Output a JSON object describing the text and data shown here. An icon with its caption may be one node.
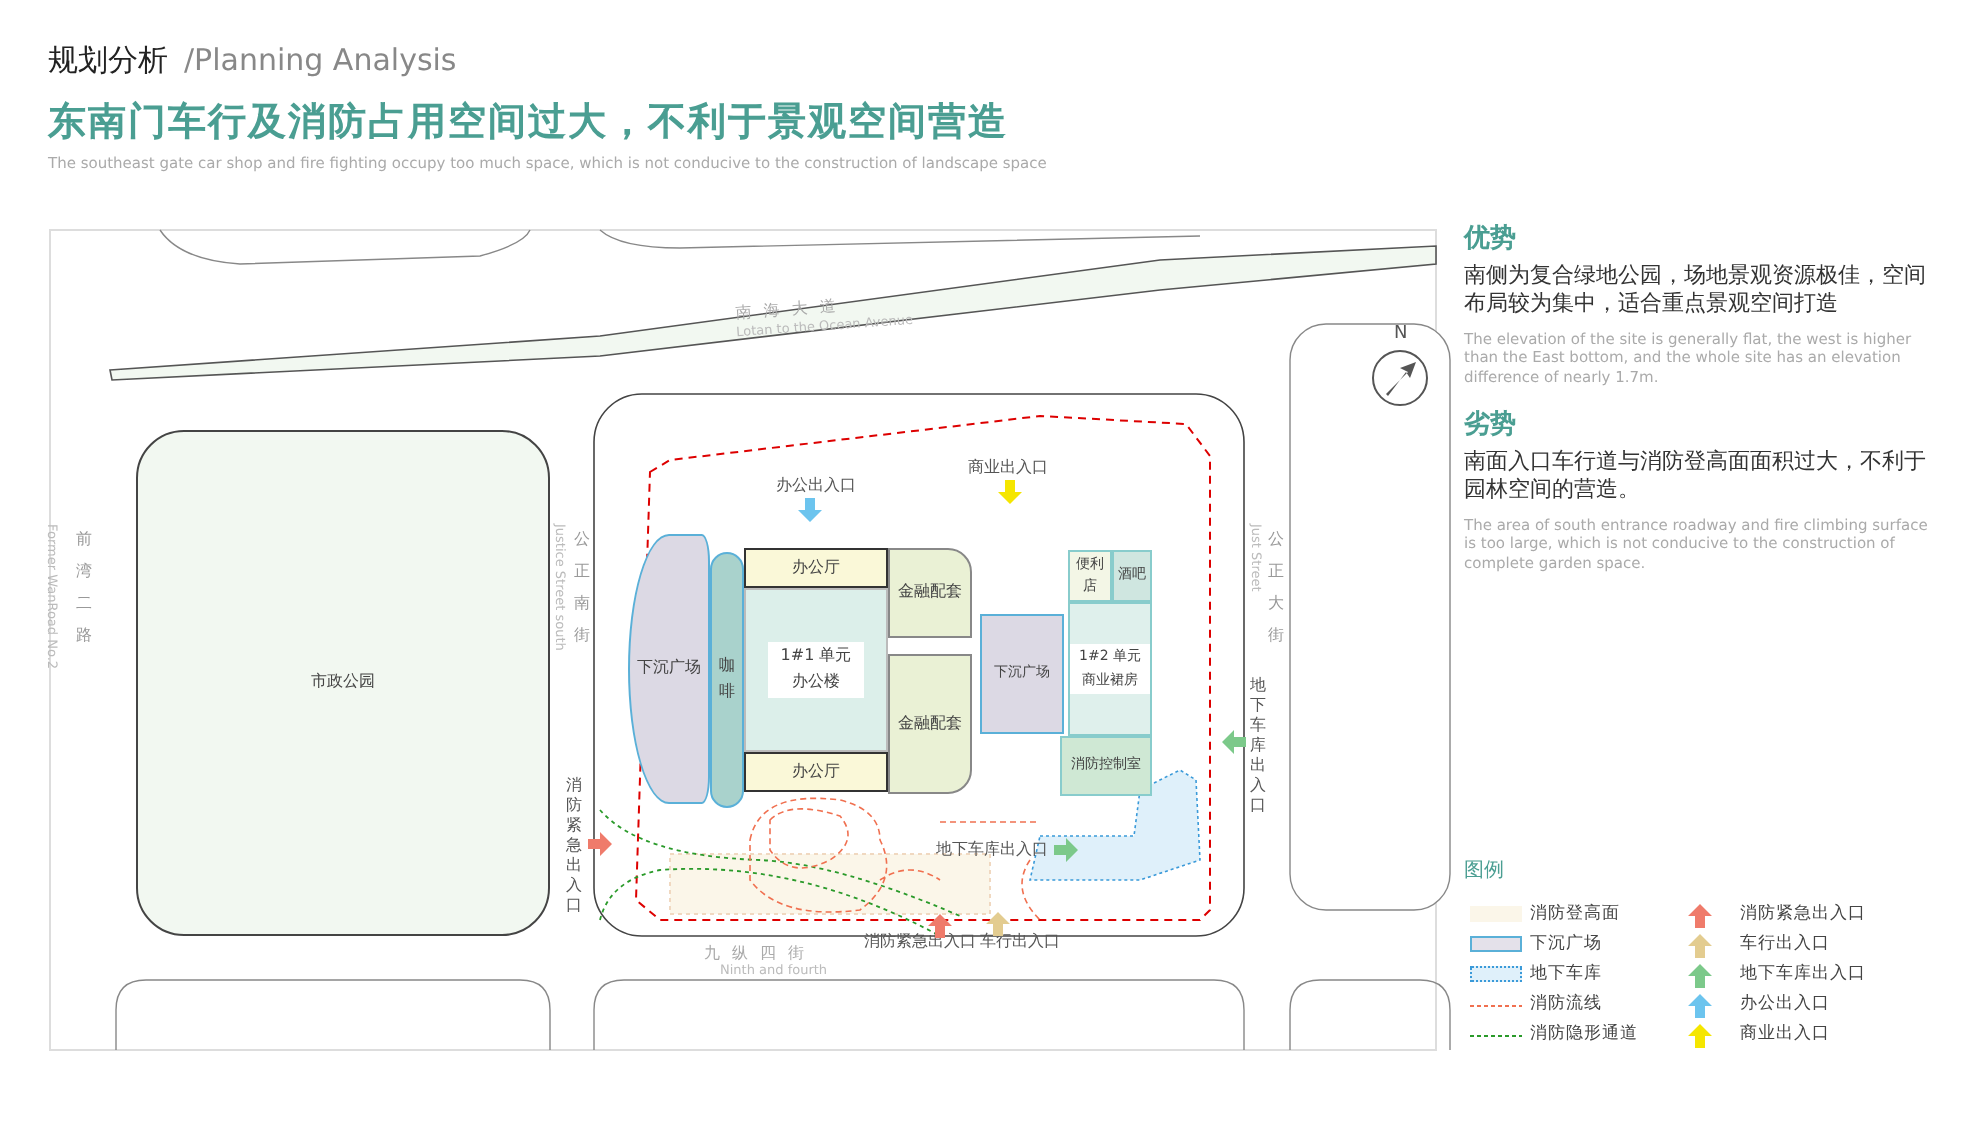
{
  "diagram": {
    "title": "东南门车行及消防占用空间过大，不利于景观空间营造",
    "nodes": [
      {
        "text": [
          "市政公园"
        ]
      },
      {
        "text": [
          "下沉广场"
        ]
      },
      {
        "text": [
          "咖啡"
        ]
      },
      {
        "text": [
          "办公厅"
        ]
      },
      {
        "text": [
          "金融配套"
        ]
      },
      {
        "text": [
          "1#1 单元办公楼"
        ]
      },
      {
        "text": [
          "金融配套"
        ]
      },
      {
        "text": [
          "办公厅"
        ]
      },
      {
        "text": [
          "下沉广场"
        ]
      },
      {
        "text": [
          "便利店"
        ]
      },
      {
        "text": [
          "酒吧"
        ]
      },
      {
        "text": [
          "1#2 单元商业裙房"
        ]
      },
      {
        "text": [
          "消防控制室"
        ]
      }
    ],
    "labels": [
      "规划分析",
      "/Planning Analysis",
      "The southeast gate car shop and fire fighting occupy too much space, which is not conducive to the construction of landscape space",
      "优势",
      "南侧为复合绿地公园，场地景观资源极佳，空间布局较为集中，适合重点景观空间打造",
      "The elevation of the site is generally flat, the west is higher than the East bottom, and the whole site has an elevation difference of nearly 1.7m.",
      "劣势",
      "南面入口车行道与消防登高面面积过大，不利于园林空间的营造。",
      "The area of south entrance roadway and fire climbing surface is too large, which is not conducive to the construction of complete garden space.",
      "南海大道",
      "Lotan to the Ocean Avenue",
      "前湾二路",
      "Former WanRoad No.2",
      "公正南街",
      "Justice Street south",
      "公正大街",
      "Just Street",
      "N",
      "办公出入口",
      "商业出入口",
      "消防紧急出入口",
      "地下车库出入口",
      "地下车库出入口",
      "消防紧急出入口",
      "车行出入口",
      "九纵四街",
      "Ninth and fourth",
      "图例"
    ],
    "legend": [
      {
        "text": "消防登高面",
        "color": "#fbf6e9"
      },
      {
        "text": "下沉广场",
        "color": "#e4e1ea"
      },
      {
        "text": "地下车库",
        "color": "#dff0fa"
      },
      {
        "text": "消防流线"
      },
      {
        "text": "消防隐形通道"
      },
      {
        "text": "消防紧急出入口"
      },
      {
        "text": "车行出入口"
      },
      {
        "text": "地下车库出入口"
      },
      {
        "text": "办公出入口"
      },
      {
        "text": "商业出入口"
      }
    ]
  }
}
